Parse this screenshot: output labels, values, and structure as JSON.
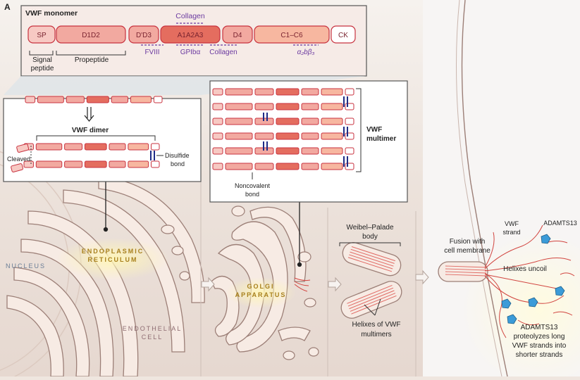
{
  "panel_label": "A",
  "monomer": {
    "title": "VWF monomer",
    "domains": [
      "SP",
      "D1D2",
      "D'D3",
      "A1A2A3",
      "D4",
      "C1–C6",
      "CK"
    ],
    "top_binding": "Collagen",
    "bottom_bindings": [
      "FVIII",
      "GPIbα",
      "Collagen",
      "α₂bβ₃"
    ],
    "signal_peptide_line1": "Signal",
    "signal_peptide_line2": "peptide",
    "propeptide": "Propeptide"
  },
  "dimer": {
    "title": "VWF dimer",
    "cleaved": "Cleaved",
    "disulfide_line1": "Disulfide",
    "disulfide_line2": "bond"
  },
  "multimer": {
    "title_line1": "VWF",
    "title_line2": "multimer",
    "noncovalent_line1": "Noncovalent",
    "noncovalent_line2": "bond"
  },
  "cell_labels": {
    "nucleus": "NUCLEUS",
    "er_line1": "ENDOPLASMIC",
    "er_line2": "RETICULUM",
    "golgi_line1": "GOLGI",
    "golgi_line2": "APPARATUS",
    "endo_line1": "ENDOTHELIAL",
    "endo_line2": "CELL"
  },
  "weibel": {
    "title_line1": "Weibel–Palade",
    "title_line2": "body",
    "helix_line1": "Helixes of VWF",
    "helix_line2": "multimers"
  },
  "release": {
    "fusion_line1": "Fusion with",
    "fusion_line2": "cell membrane",
    "vwf_strand_line1": "VWF",
    "vwf_strand_line2": "strand",
    "adamts13": "ADAMTS13",
    "uncoil": "Helixes uncoil",
    "proteolyze_line1": "ADAMTS13",
    "proteolyze_line2": "proteolyzes long",
    "proteolyze_line3": "VWF strands into",
    "proteolyze_line4": "shorter strands"
  },
  "colors": {
    "domain_light": "#f7c9c3",
    "domain_mid": "#f2a9a0",
    "domain_dark": "#e46d5f",
    "domain_c": "#f7b7a0",
    "domain_border": "#c8323f",
    "binding_purple": "#6b3aa0",
    "label_gold": "#a8801d",
    "label_taupe": "#8f6d72",
    "label_blue": "#6a7d96",
    "adamts": "#3b9bd8"
  }
}
